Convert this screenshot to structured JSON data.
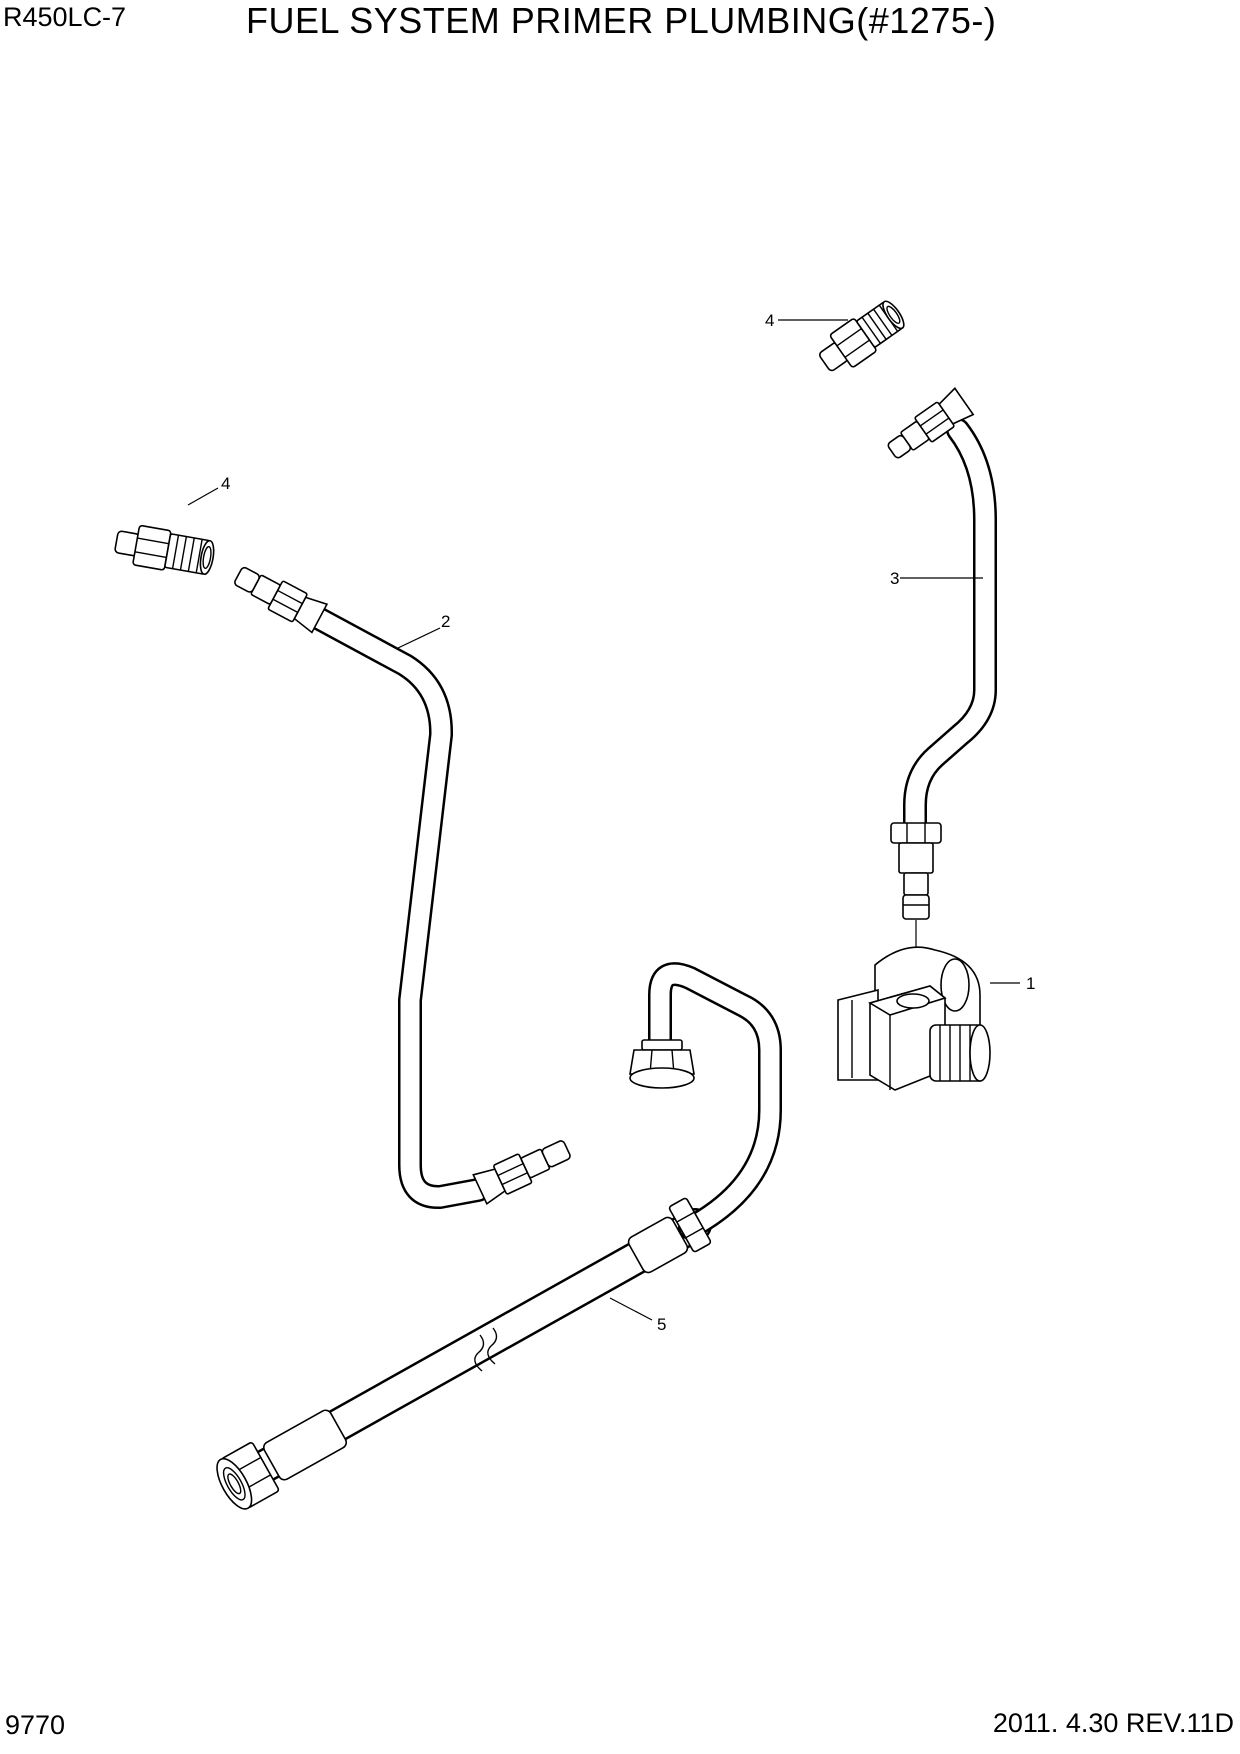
{
  "header": {
    "model": "R450LC-7",
    "title": "FUEL SYSTEM PRIMER PLUMBING(#1275-)"
  },
  "footer": {
    "page_number": "9770",
    "revision": "2011. 4.30  REV.11D"
  },
  "callouts": {
    "c1": "1",
    "c2": "2",
    "c3": "3",
    "c4a": "4",
    "c4b": "4",
    "c5": "5"
  }
}
